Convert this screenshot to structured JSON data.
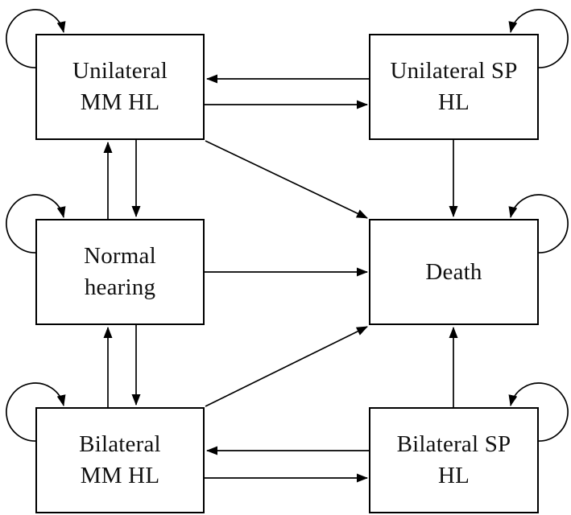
{
  "diagram": {
    "background_color": "#ffffff",
    "line_color": "#000000",
    "nodes": {
      "unilateral_mm": {
        "label": "Unilateral\nMM HL"
      },
      "unilateral_sp": {
        "label": "Unilateral SP\nHL"
      },
      "normal": {
        "label": "Normal\nhearing"
      },
      "death": {
        "label": "Death"
      },
      "bilateral_mm": {
        "label": "Bilateral\nMM HL"
      },
      "bilateral_sp": {
        "label": "Bilateral SP\nHL"
      }
    },
    "edges": [
      {
        "from": "unilateral_sp",
        "to": "unilateral_mm"
      },
      {
        "from": "unilateral_mm",
        "to": "unilateral_sp"
      },
      {
        "from": "normal",
        "to": "unilateral_mm"
      },
      {
        "from": "unilateral_mm",
        "to": "normal"
      },
      {
        "from": "unilateral_mm",
        "to": "death"
      },
      {
        "from": "unilateral_sp",
        "to": "death"
      },
      {
        "from": "normal",
        "to": "death"
      },
      {
        "from": "bilateral_mm",
        "to": "normal"
      },
      {
        "from": "normal",
        "to": "bilateral_mm"
      },
      {
        "from": "bilateral_mm",
        "to": "death"
      },
      {
        "from": "bilateral_sp",
        "to": "death"
      },
      {
        "from": "bilateral_sp",
        "to": "bilateral_mm"
      },
      {
        "from": "bilateral_mm",
        "to": "bilateral_sp"
      }
    ],
    "self_loops": [
      "unilateral_mm",
      "unilateral_sp",
      "normal",
      "death",
      "bilateral_mm",
      "bilateral_sp"
    ]
  }
}
